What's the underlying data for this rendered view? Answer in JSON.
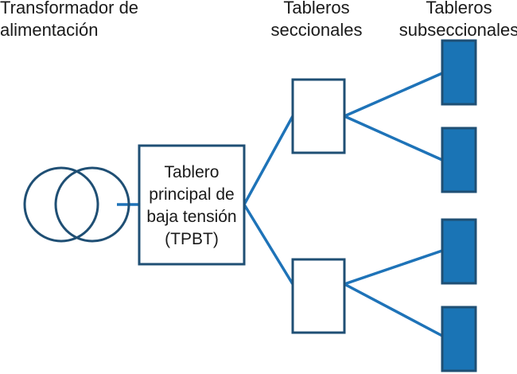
{
  "labels": {
    "transformer_line1": "Transformador de",
    "transformer_line2": "alimentación",
    "sectional_line1": "Tableros",
    "sectional_line2": "seccionales",
    "subsectional_line1": "Tableros",
    "subsectional_line2": "subseccionales"
  },
  "main_board": {
    "line1": "Tablero",
    "line2": "principal de",
    "line3": "baja tensión",
    "line4": "(TPBT)"
  },
  "colors": {
    "connector": "#1e73b8",
    "outline": "#1f4f74",
    "subsectional_fill": "#1a74b5",
    "text": "#1a1a1a"
  },
  "icons": {
    "transformer": "transformer-symbol-icon"
  }
}
